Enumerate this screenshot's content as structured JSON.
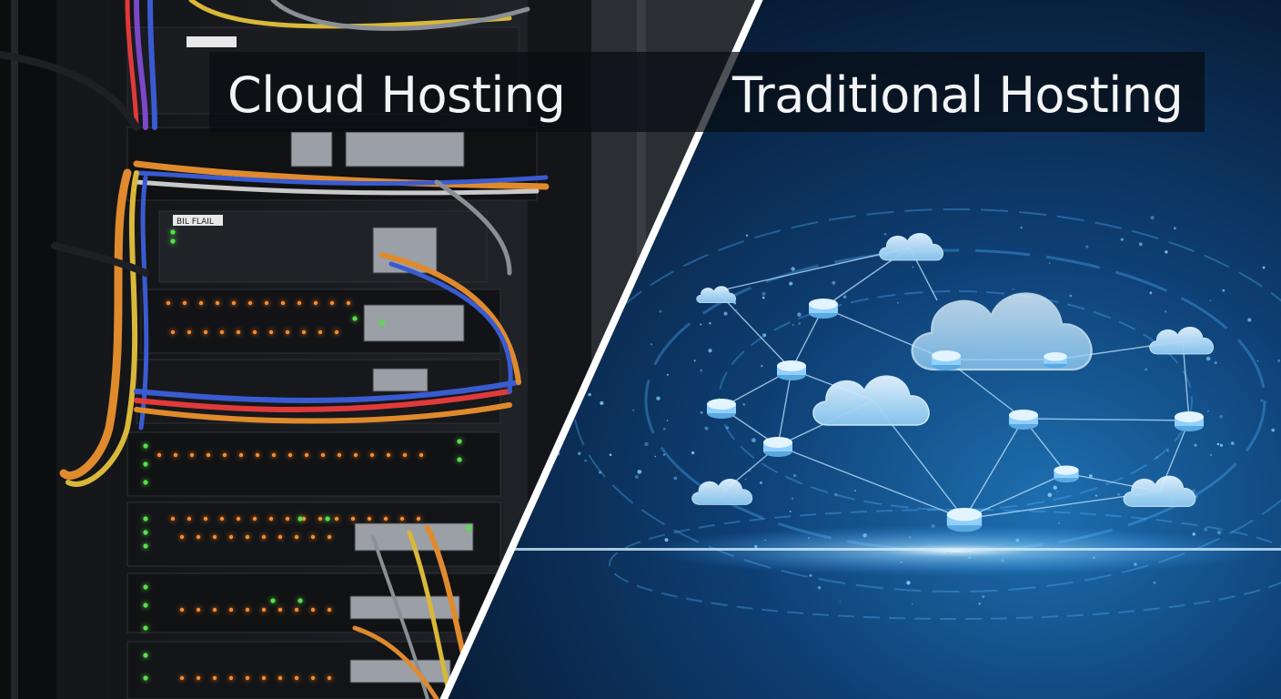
{
  "labels": {
    "left": "Cloud Hosting",
    "right": "Traditional Hosting"
  },
  "rack_tags": [
    "BIL FLAIL"
  ],
  "scene": {
    "left_panel": "server-rack",
    "right_panel": "cloud-network",
    "colors": {
      "rack": "#17191c",
      "cable_orange": "#e08a2e",
      "cable_blue": "#3a5bd0",
      "led_green": "#58e04a",
      "led_orange": "#ff8a2a",
      "network_bg": "#0d3d6e",
      "cloud_glow": "#7cc8ff",
      "divider": "#ffffff"
    }
  }
}
